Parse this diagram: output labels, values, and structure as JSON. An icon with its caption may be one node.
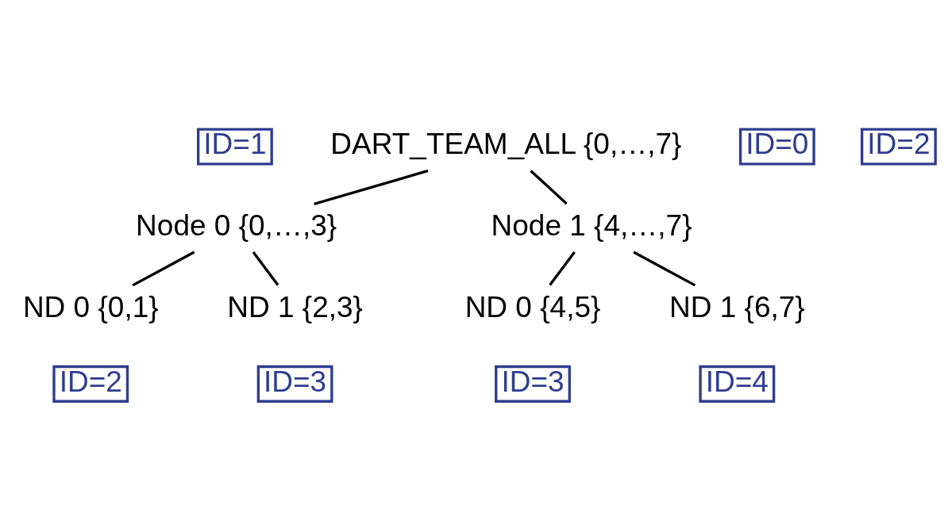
{
  "diagram": {
    "nodes": [
      {
        "text": [
          "DART_TEAM_ALL {0,…,7}"
        ]
      },
      {
        "text": [
          "ID=0"
        ]
      },
      {
        "text": [
          "ID=1"
        ]
      },
      {
        "text": [
          "ID=2"
        ]
      },
      {
        "text": [
          "Node 0 {0,…,3}"
        ]
      },
      {
        "text": [
          "Node 1 {4,…,7}"
        ]
      },
      {
        "text": [
          "ND 0 {0,1}"
        ]
      },
      {
        "text": [
          "ND 1 {2,3}"
        ]
      },
      {
        "text": [
          "ND 0 {4,5}"
        ]
      },
      {
        "text": [
          "ND 1 {6,7}"
        ]
      },
      {
        "text": [
          "ID=2"
        ]
      },
      {
        "text": [
          "ID=3"
        ]
      },
      {
        "text": [
          "ID=3"
        ]
      },
      {
        "text": [
          "ID=4"
        ]
      }
    ],
    "edges": [
      {
        "from": 0,
        "to": 4,
        "arrow": "none"
      },
      {
        "from": 0,
        "to": 5,
        "arrow": "none"
      },
      {
        "from": 4,
        "to": 6,
        "arrow": "none"
      },
      {
        "from": 4,
        "to": 7,
        "arrow": "none"
      },
      {
        "from": 5,
        "to": 8,
        "arrow": "none"
      },
      {
        "from": 5,
        "to": 9,
        "arrow": "none"
      }
    ]
  }
}
